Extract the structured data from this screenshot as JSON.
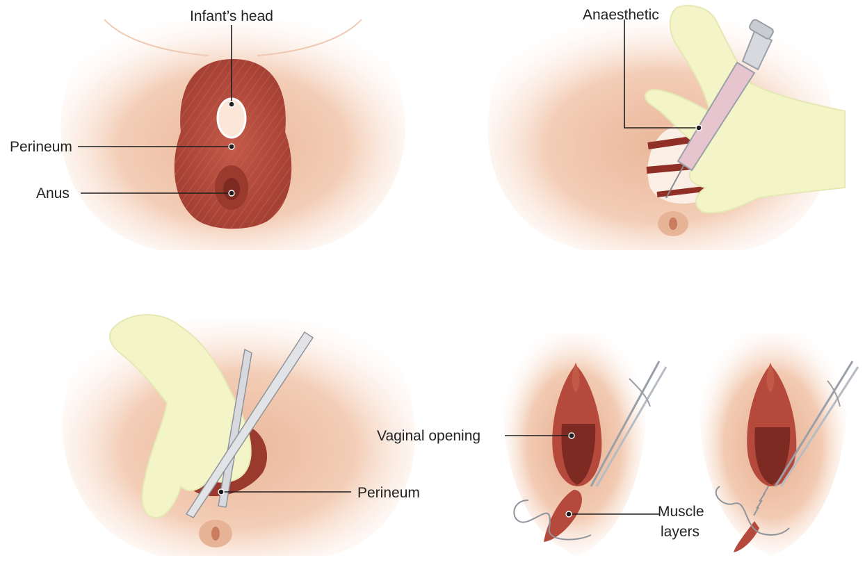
{
  "colors": {
    "skin_light": "#f6dcca",
    "skin_mid": "#eab79a",
    "tissue_red": "#b54a3c",
    "tissue_dark": "#7d2a22",
    "glove": "#f3f5c9",
    "instrument": "#d7d9de",
    "syringe_fluid": "#e7c5cf"
  },
  "panels": {
    "crowning": {
      "labels": {
        "infant_head": "Infant’s head",
        "perineum": "Perineum",
        "anus": "Anus"
      },
      "icons": [
        "perineum-anatomy-illustration"
      ]
    },
    "anaesthetic": {
      "labels": {
        "anaesthetic": "Anaesthetic"
      },
      "icons": [
        "gloved-hand-icon",
        "syringe-icon"
      ]
    },
    "incision": {
      "labels": {
        "perineum": "Perineum"
      },
      "icons": [
        "gloved-hand-icon",
        "scissors-icon"
      ]
    },
    "repair": {
      "labels": {
        "vaginal_opening": "Vaginal opening",
        "muscle_layers_line1": "Muscle",
        "muscle_layers_line2": "layers"
      },
      "icons": [
        "forceps-icon",
        "suture-thread-icon"
      ]
    }
  }
}
